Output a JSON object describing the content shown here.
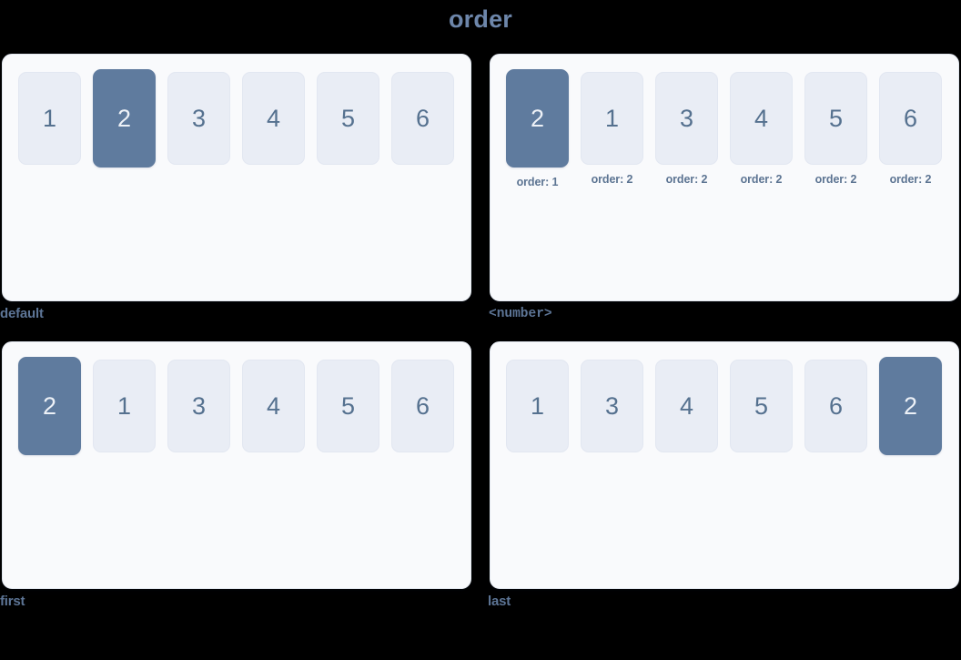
{
  "page": {
    "title": "order",
    "background_color": "#000000",
    "accent_color": "#5f7b9e",
    "panel_background": "#f9fafc",
    "card_background": "#e9edf5",
    "text_color": "#5d7596"
  },
  "panels": [
    {
      "label": "default",
      "label_style": "text",
      "show_captions": false,
      "cards": [
        {
          "value": "1",
          "highlighted": false,
          "caption": ""
        },
        {
          "value": "2",
          "highlighted": true,
          "caption": ""
        },
        {
          "value": "3",
          "highlighted": false,
          "caption": ""
        },
        {
          "value": "4",
          "highlighted": false,
          "caption": ""
        },
        {
          "value": "5",
          "highlighted": false,
          "caption": ""
        },
        {
          "value": "6",
          "highlighted": false,
          "caption": ""
        }
      ]
    },
    {
      "label": "<number>",
      "label_style": "mono",
      "show_captions": true,
      "cards": [
        {
          "value": "2",
          "highlighted": true,
          "caption": "order: 1"
        },
        {
          "value": "1",
          "highlighted": false,
          "caption": "order: 2"
        },
        {
          "value": "3",
          "highlighted": false,
          "caption": "order: 2"
        },
        {
          "value": "4",
          "highlighted": false,
          "caption": "order: 2"
        },
        {
          "value": "5",
          "highlighted": false,
          "caption": "order: 2"
        },
        {
          "value": "6",
          "highlighted": false,
          "caption": "order: 2"
        }
      ]
    },
    {
      "label": "first",
      "label_style": "text",
      "show_captions": false,
      "cards": [
        {
          "value": "2",
          "highlighted": true,
          "caption": ""
        },
        {
          "value": "1",
          "highlighted": false,
          "caption": ""
        },
        {
          "value": "3",
          "highlighted": false,
          "caption": ""
        },
        {
          "value": "4",
          "highlighted": false,
          "caption": ""
        },
        {
          "value": "5",
          "highlighted": false,
          "caption": ""
        },
        {
          "value": "6",
          "highlighted": false,
          "caption": ""
        }
      ]
    },
    {
      "label": "last",
      "label_style": "text",
      "show_captions": false,
      "cards": [
        {
          "value": "1",
          "highlighted": false,
          "caption": ""
        },
        {
          "value": "3",
          "highlighted": false,
          "caption": ""
        },
        {
          "value": "4",
          "highlighted": false,
          "caption": ""
        },
        {
          "value": "5",
          "highlighted": false,
          "caption": ""
        },
        {
          "value": "6",
          "highlighted": false,
          "caption": ""
        },
        {
          "value": "2",
          "highlighted": true,
          "caption": ""
        }
      ]
    }
  ]
}
